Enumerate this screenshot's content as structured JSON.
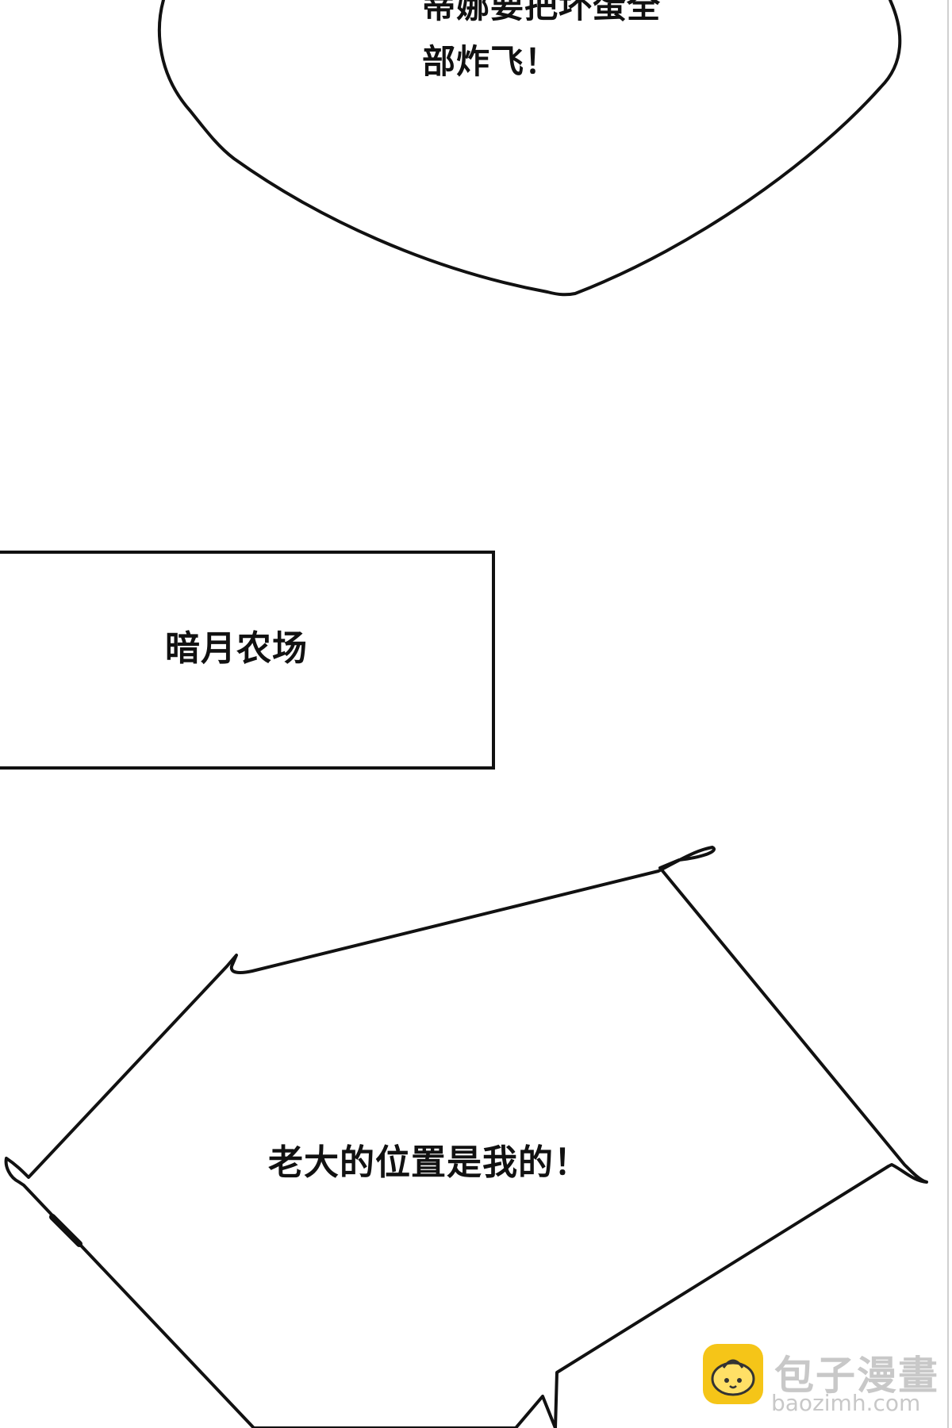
{
  "bubbles": {
    "speech_1": {
      "line_1": "蒂娜要把坏蛋全",
      "line_2": "部炸飞！"
    },
    "caption_box": {
      "text": "暗月农场"
    },
    "shout_bubble": {
      "text": "老大的位置是我的！"
    }
  },
  "watermark": {
    "title": "包子漫畫",
    "url": "baozimh.com"
  },
  "colors": {
    "background": "#ffffff",
    "ink": "#111111",
    "watermark_gray": "#c8c8c8",
    "watermark_icon": "#f5c518"
  }
}
